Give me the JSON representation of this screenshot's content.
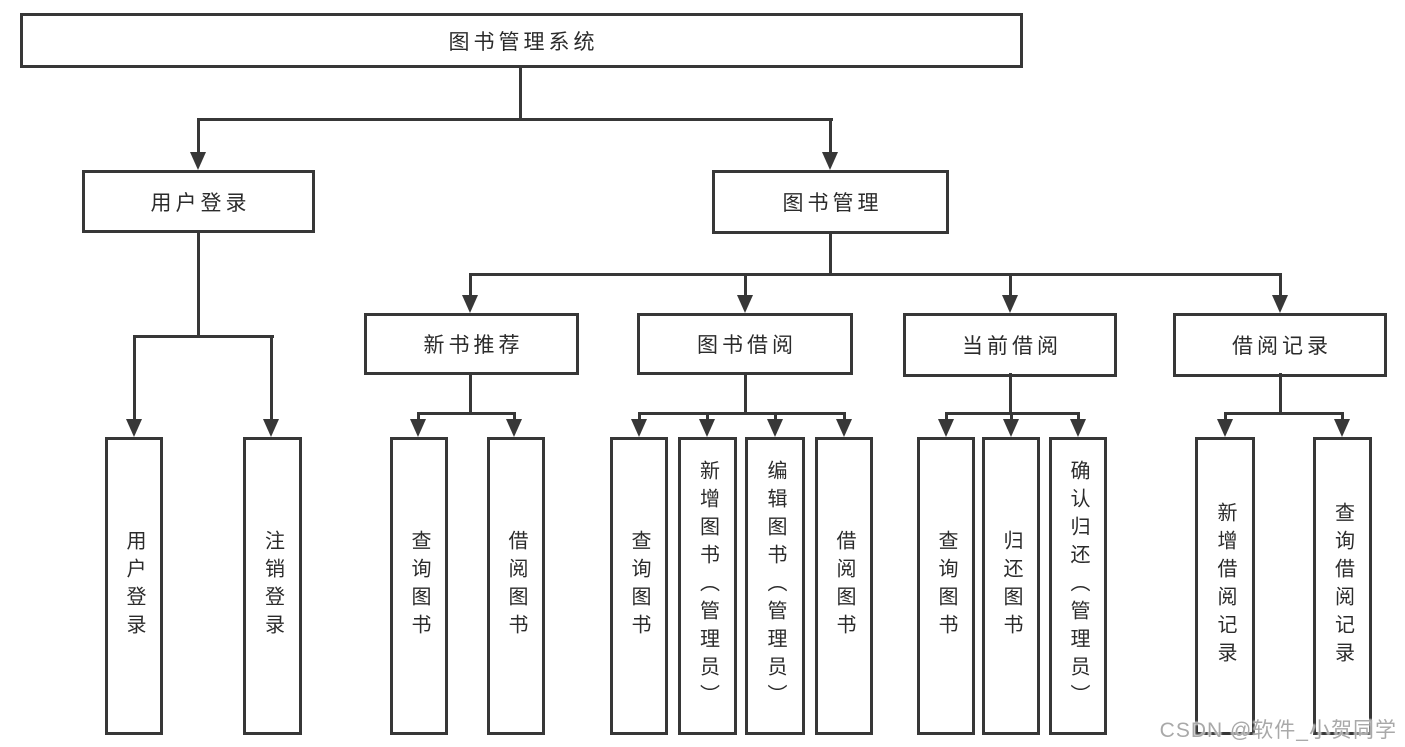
{
  "watermark": "CSDN @软件_小贺同学",
  "colors": {
    "line": "#373737",
    "text": "#2b2b2b",
    "watermark": "#a9a9a9",
    "background": "#ffffff"
  },
  "diagram_type": "hierarchy-tree",
  "tree": {
    "label": "图书管理系统",
    "children": [
      {
        "label": "用户登录",
        "children": [
          {
            "label": "用户登录"
          },
          {
            "label": "注销登录"
          }
        ]
      },
      {
        "label": "图书管理",
        "children": [
          {
            "label": "新书推荐",
            "children": [
              {
                "label": "查询图书"
              },
              {
                "label": "借阅图书"
              }
            ]
          },
          {
            "label": "图书借阅",
            "children": [
              {
                "label": "查询图书"
              },
              {
                "label": "新增图书（管理员）"
              },
              {
                "label": "编辑图书（管理员）"
              },
              {
                "label": "借阅图书"
              }
            ]
          },
          {
            "label": "当前借阅",
            "children": [
              {
                "label": "查询图书"
              },
              {
                "label": "归还图书"
              },
              {
                "label": "确认归还（管理员）"
              }
            ]
          },
          {
            "label": "借阅记录",
            "children": [
              {
                "label": "新增借阅记录"
              },
              {
                "label": "查询借阅记录"
              }
            ]
          }
        ]
      }
    ]
  }
}
